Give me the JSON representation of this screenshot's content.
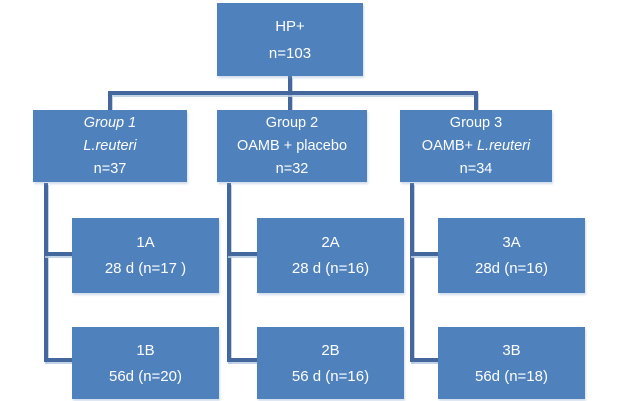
{
  "flowchart": {
    "colors": {
      "box_fill": "#4f81bd",
      "connector": "#44679e",
      "text": "#ffffff"
    },
    "root": {
      "title": "HP+",
      "count": "n=103"
    },
    "groups": [
      {
        "title": "Group 1",
        "treatment": "L.reuteri",
        "count": "n=37"
      },
      {
        "title": "Group 2",
        "treatment": "OAMB + placebo",
        "count": "n=32"
      },
      {
        "title": "Group 3",
        "treatment_prefix": "OAMB+",
        "treatment_italic": "L.reuteri",
        "count": "n=34"
      }
    ],
    "subgroups": [
      {
        "label": "1A",
        "detail": "28 d (n=17 )"
      },
      {
        "label": "1B",
        "detail": "56d (n=20)"
      },
      {
        "label": "2A",
        "detail": "28 d (n=16)"
      },
      {
        "label": "2B",
        "detail": "56 d (n=16)"
      },
      {
        "label": "3A",
        "detail": "28d (n=16)"
      },
      {
        "label": "3B",
        "detail": "56d (n=18)"
      }
    ]
  }
}
